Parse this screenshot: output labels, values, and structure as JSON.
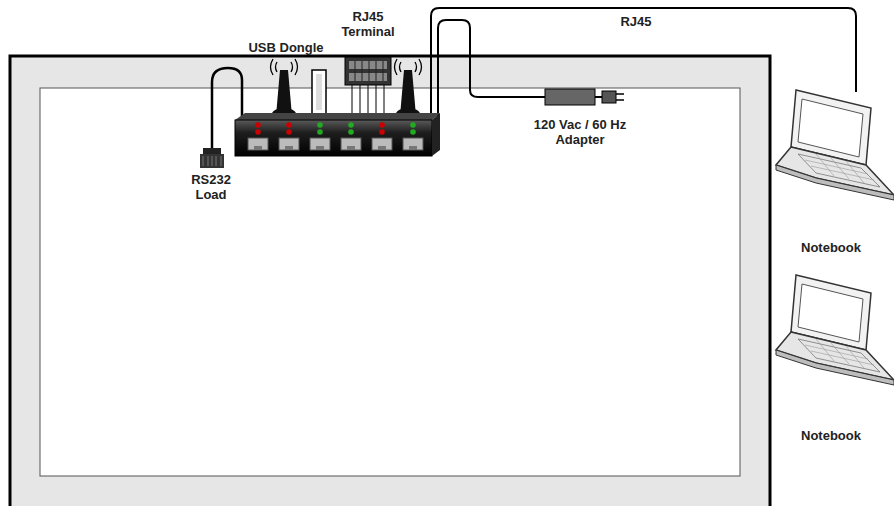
{
  "diagram": {
    "labels": [
      "RJ45 Terminal",
      "USB Dongle",
      "RJ45",
      "120 Vac / 60 Hz Adapter",
      "RS232 Load",
      "Notebook",
      "Notebook"
    ]
  }
}
